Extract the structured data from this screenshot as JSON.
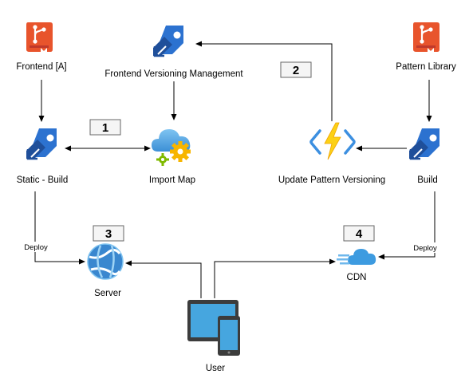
{
  "nodes": {
    "frontend_repo": {
      "label": "Frontend [A]",
      "icon": "git-repo-icon"
    },
    "versioning_mgmt": {
      "label": "Frontend Versioning Management",
      "icon": "pipeline-rocket-icon"
    },
    "pattern_library": {
      "label": "Pattern Library",
      "icon": "git-repo-icon"
    },
    "static_build": {
      "label": "Static - Build",
      "icon": "pipeline-rocket-icon"
    },
    "import_map": {
      "label": "Import Map",
      "icon": "cloud-gears-icon"
    },
    "update_versioning": {
      "label": "Update Pattern Versioning",
      "icon": "azure-function-icon"
    },
    "build": {
      "label": "Build",
      "icon": "pipeline-rocket-icon"
    },
    "server": {
      "label": "Server",
      "icon": "web-globe-icon"
    },
    "cdn": {
      "label": "CDN",
      "icon": "cdn-cloud-icon"
    },
    "user": {
      "label": "User",
      "icon": "devices-icon"
    }
  },
  "steps": [
    "1",
    "2",
    "3",
    "4"
  ],
  "edge_labels": {
    "deploy_left": "Deploy",
    "deploy_right": "Deploy"
  },
  "colors": {
    "repo_orange": "#E8542C",
    "rocket_blue": "#2C72D0",
    "rocket_dark": "#1F4F9A",
    "cloud_blue": "#5BA8E0",
    "gear_yellow": "#F7B500",
    "gear_green": "#7FBA00",
    "function_yellow": "#FCD116",
    "chevron_blue": "#3C8FE0",
    "globe_blue": "#3A87CF",
    "cdn_blue": "#3D9BE0",
    "device_dark": "#3C3C3C",
    "screen_blue": "#46A6DF",
    "step_fill": "#F5F5F5",
    "step_stroke": "#666666"
  }
}
